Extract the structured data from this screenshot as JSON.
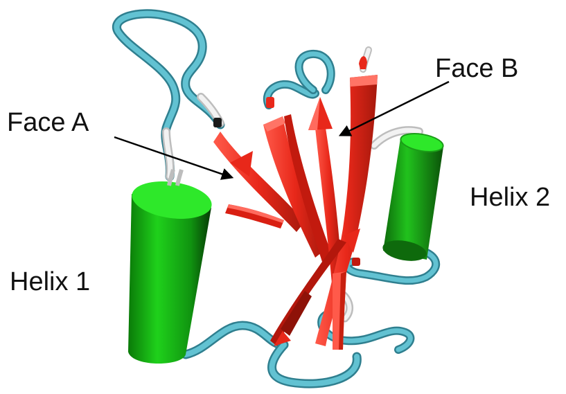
{
  "labels": {
    "face_a": "Face A",
    "face_b": "Face B",
    "helix_1": "Helix 1",
    "helix_2": "Helix 2"
  },
  "colors": {
    "sheet": "#e8281a",
    "sheet_highlight": "#ff6b5e",
    "sheet_shadow": "#8e1208",
    "helix": "#22b81e",
    "helix_top": "#2ee82a",
    "helix_shadow": "#0c5c0a",
    "loop": "#58b8c8",
    "loop_dark": "#2f7f8f",
    "loop_white": "#e8e8e8",
    "pointer": "#000000"
  }
}
